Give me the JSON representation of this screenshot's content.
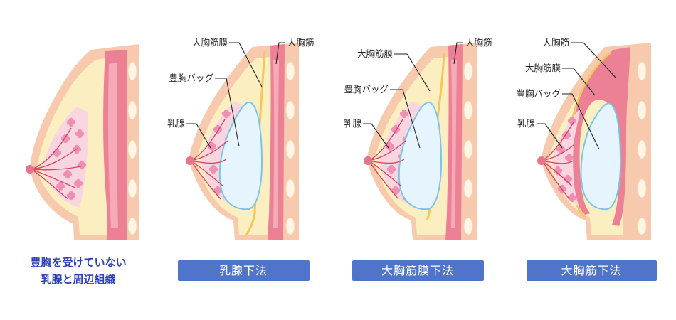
{
  "colors": {
    "skin": "#f7c9ad",
    "fat": "#fbefc2",
    "fascia": "#f3d77a",
    "muscle": "#ec8094",
    "muscle_light": "#f4aab7",
    "gland": "#ef8fb3",
    "duct": "#d9405f",
    "nipple": "#e8738a",
    "rib": "#fdf6e6",
    "implant_fill": "#e6f5fd",
    "implant_edge": "#7cc4ea",
    "tag_bg": "#4f74c9",
    "caption_text": "#2b3fb8"
  },
  "panels": [
    {
      "caption_lines": [
        "豊胸を受けていない",
        "乳腺と周辺組織"
      ],
      "labels": []
    },
    {
      "tag": "乳腺下法",
      "labels": [
        "大胸筋膜",
        "大胸筋",
        "豊胸バッグ",
        "乳腺"
      ]
    },
    {
      "tag": "大胸筋膜下法",
      "labels": [
        "大胸筋膜",
        "大胸筋",
        "豊胸バッグ",
        "乳腺"
      ]
    },
    {
      "tag": "大胸筋下法",
      "labels": [
        "大胸筋",
        "大胸筋膜",
        "豊胸バッグ",
        "乳腺"
      ]
    }
  ]
}
